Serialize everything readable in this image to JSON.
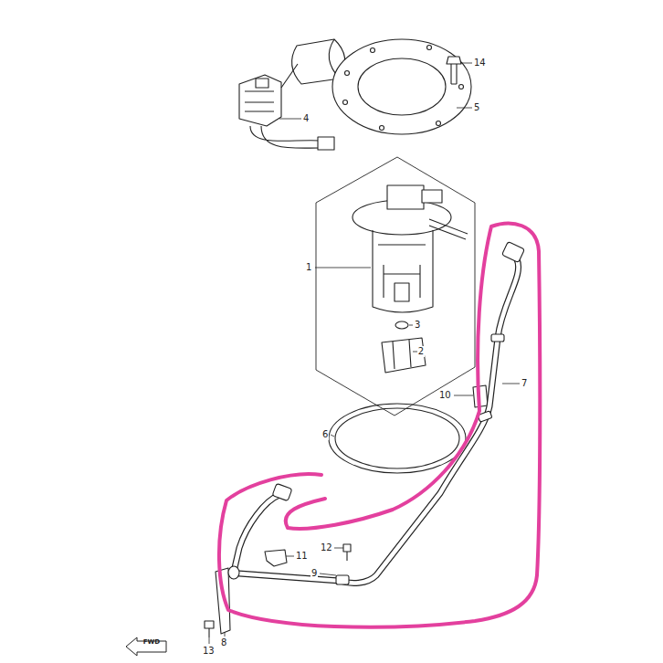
{
  "diagram": {
    "labels": [
      "14",
      "5",
      "4",
      "1",
      "3",
      "2",
      "10",
      "7",
      "6",
      "12",
      "11",
      "9",
      "8",
      "13",
      "FWD"
    ]
  }
}
